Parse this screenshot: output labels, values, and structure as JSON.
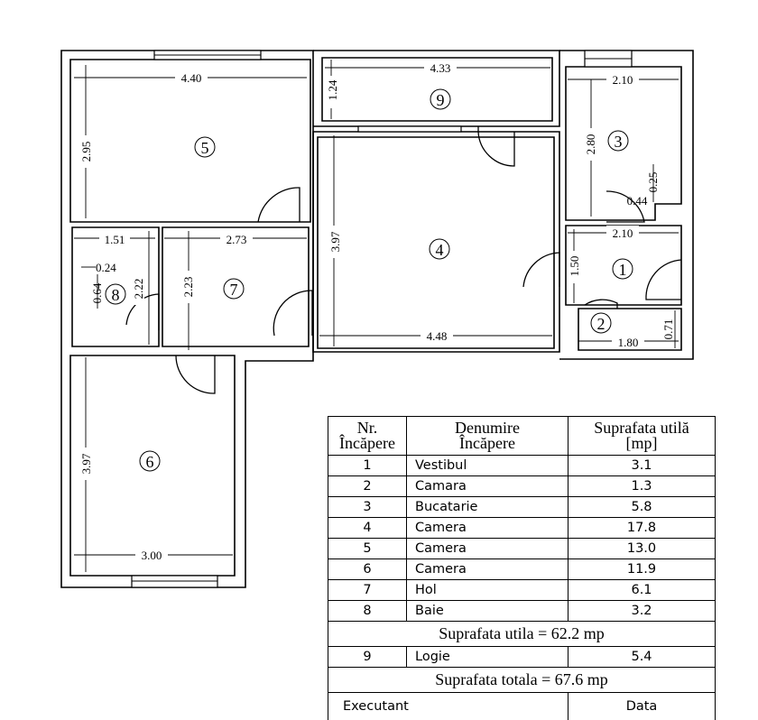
{
  "plan": {
    "dimensions": {
      "room5_width": "4.40",
      "room5_height": "2.95",
      "room9_width": "4.33",
      "room9_depth": "1.24",
      "room3_width": "2.10",
      "room3_height": "2.80",
      "room3_niche_h": "0.25",
      "room3_niche_w": "0.44",
      "room1_width": "2.10",
      "room1_height": "1.50",
      "room2_width": "1.80",
      "room2_height": "0.71",
      "room4_height": "3.97",
      "room4_width": "4.48",
      "room8_width": "1.51",
      "room8_offset": "0.24",
      "room8_niche": "0.64",
      "room8_height": "2.22",
      "room7_width": "2.73",
      "room7_height": "2.23",
      "room6_height": "3.97",
      "room6_width": "3.00"
    },
    "room_labels": [
      "1",
      "2",
      "3",
      "4",
      "5",
      "6",
      "7",
      "8",
      "9"
    ]
  },
  "legend": {
    "headers": {
      "nr_line1": "Nr.",
      "nr_line2": "Încăpere",
      "name_line1": "Denumire",
      "name_line2": "Încăpere",
      "area_line1": "Suprafata utilă",
      "area_line2": "[mp]"
    },
    "rows": [
      {
        "nr": "1",
        "name": "Vestibul",
        "area": "3.1"
      },
      {
        "nr": "2",
        "name": "Camara",
        "area": "1.3"
      },
      {
        "nr": "3",
        "name": "Bucatarie",
        "area": "5.8"
      },
      {
        "nr": "4",
        "name": "Camera",
        "area": "17.8"
      },
      {
        "nr": "5",
        "name": "Camera",
        "area": "13.0"
      },
      {
        "nr": "6",
        "name": "Camera",
        "area": "11.9"
      },
      {
        "nr": "7",
        "name": "Hol",
        "area": "6.1"
      },
      {
        "nr": "8",
        "name": "Baie",
        "area": "3.2"
      }
    ],
    "useful_total": "Suprafata utila = 62.2 mp",
    "extra_row": {
      "nr": "9",
      "name": "Logie",
      "area": "5.4"
    },
    "grand_total": "Suprafata totala = 67.6 mp",
    "footer_left": "Executant",
    "footer_right": "Data"
  }
}
